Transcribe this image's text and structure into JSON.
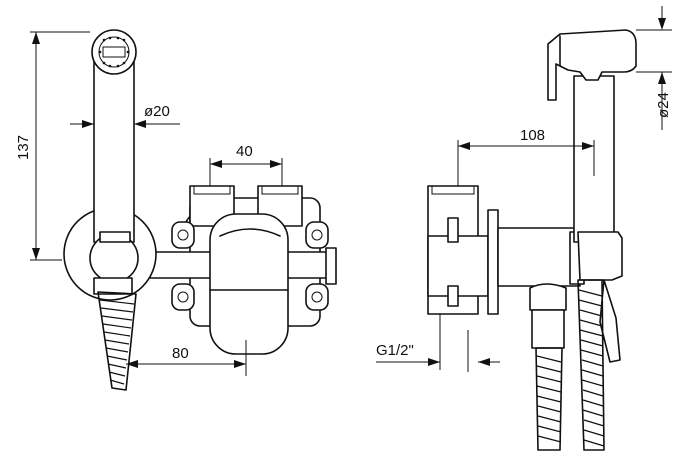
{
  "dimensions": {
    "overall_height": "137",
    "hose_diameter_left": "ø20",
    "connector_spacing": "40",
    "spout_offset": "80",
    "head_diameter": "ø24",
    "projection": "108",
    "thread_size": "G1/2\""
  },
  "colors": {
    "line": "#111111",
    "background": "#ffffff"
  }
}
